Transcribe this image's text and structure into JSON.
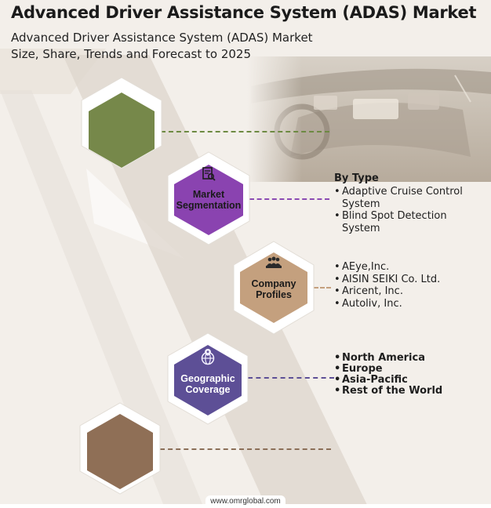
{
  "header": {
    "title": "Advanced Driver Assistance System (ADAS) Market",
    "subtitle": "Advanced Driver Assistance System (ADAS) Market Size, Share, Trends and Forecast to 2025"
  },
  "colors": {
    "green": "#76884a",
    "purple": "#8a43b0",
    "tan": "#c4a07e",
    "indigo": "#5d4f96",
    "brown": "#8f6f56",
    "dash_green": "#6d8a42",
    "dash_purple": "#8b4bb3",
    "dash_tan": "#c4a07e",
    "dash_indigo": "#5d4f96",
    "dash_brown": "#8b6f58"
  },
  "segments": [
    {
      "id": "segmentation",
      "label_line1": "Market",
      "label_line2": "Segmentation",
      "icon": "document-search-icon",
      "heading": "By Type",
      "items": [
        "Adaptive Cruise Control System",
        "Blind Spot Detection System"
      ]
    },
    {
      "id": "company",
      "label_line1": "Company",
      "label_line2": "Profiles",
      "icon": "people-group-icon",
      "items": [
        "AEye,Inc.",
        "AISIN SEIKI Co. Ltd.",
        "Aricent, Inc.",
        "Autoliv, Inc."
      ]
    },
    {
      "id": "geographic",
      "label_line1": "Geographic",
      "label_line2": "Coverage",
      "icon": "globe-pin-icon",
      "items": [
        "North America",
        "Europe",
        "Asia-Pacific",
        "Rest of the World"
      ]
    }
  ],
  "footer": {
    "url": "www.omrglobal.com"
  }
}
